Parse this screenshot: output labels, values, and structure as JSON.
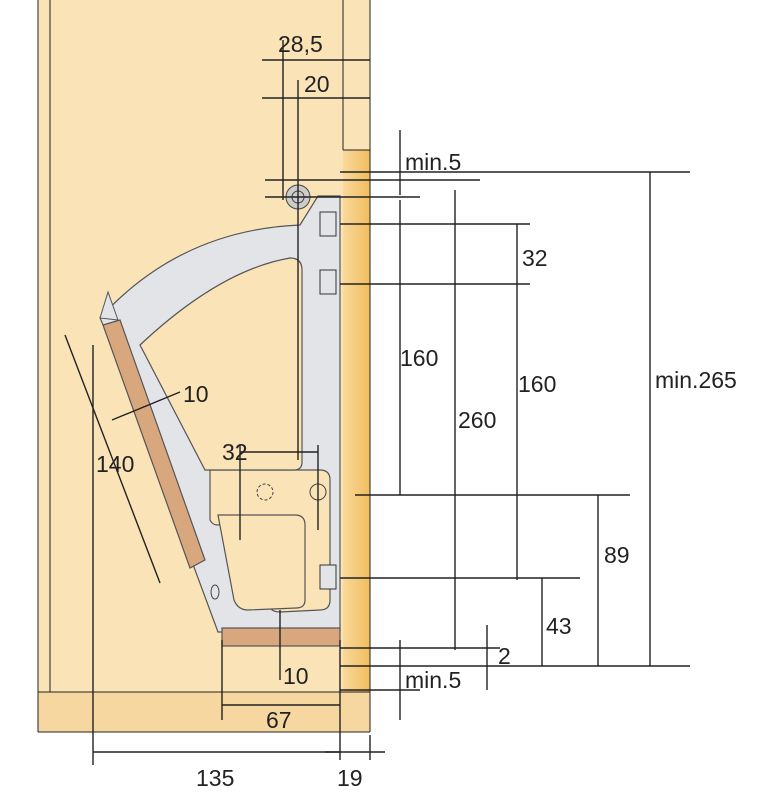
{
  "title": "Lift-up fitting mounting dimensions",
  "colors": {
    "cabinet": "#fbe3b8",
    "panel_edge": "#f4c870",
    "mechanism": "#e2e4e8",
    "arm": "#d9a77e",
    "line": "#222222"
  },
  "dimensions": {
    "top_28_5": "28,5",
    "top_20": "20",
    "min5_top": "min.5",
    "d32_right": "32",
    "d160_left": "160",
    "d260": "260",
    "d160_right": "160",
    "min265": "min.265",
    "arm_10": "10",
    "arm_140": "140",
    "d32_mid": "32",
    "d89": "89",
    "d43": "43",
    "d2": "2",
    "base_10": "10",
    "min5_bottom": "min.5",
    "d67": "67",
    "d135": "135",
    "d19": "19"
  }
}
